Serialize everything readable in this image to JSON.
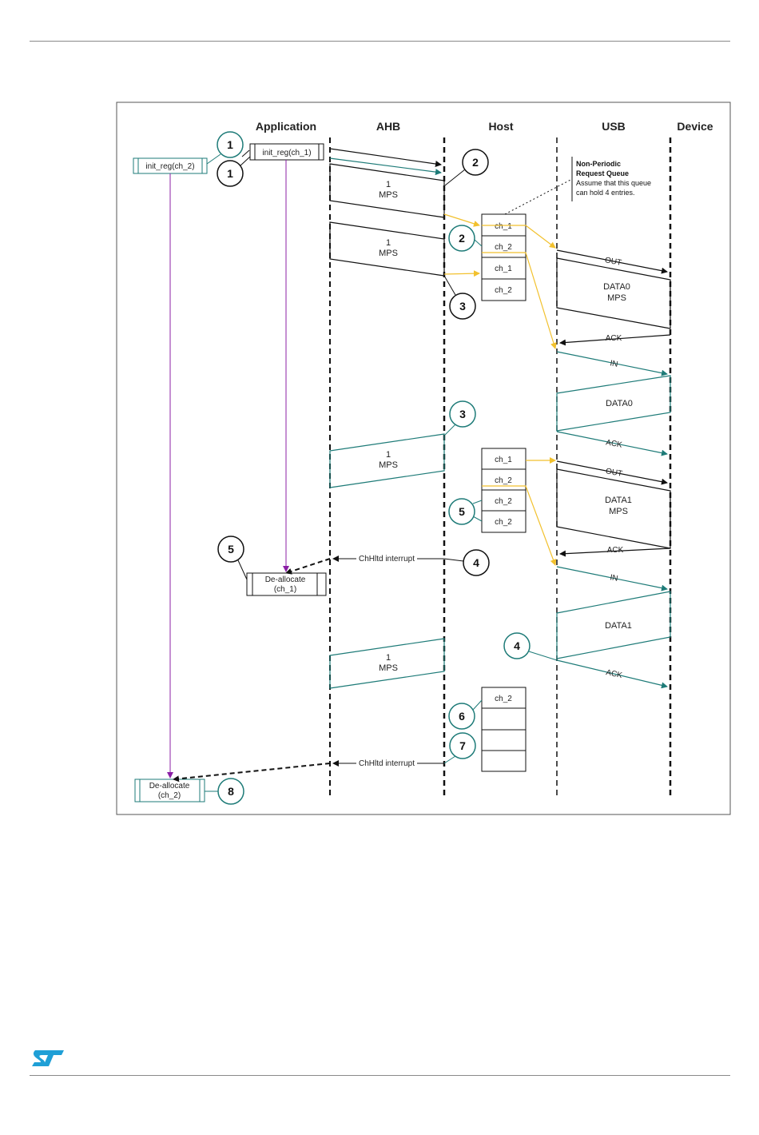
{
  "columns": {
    "application": "Application",
    "ahb": "AHB",
    "host": "Host",
    "usb": "USB",
    "device": "Device"
  },
  "app": {
    "init_ch1": "init_reg(ch_1)",
    "init_ch2": "init_reg(ch_2)",
    "dealloc1_line1": "De-allocate",
    "dealloc1_line2": "(ch_1)",
    "dealloc2_line1": "De-allocate",
    "dealloc2_line2": "(ch_2)"
  },
  "ahb": {
    "mps_1": "1",
    "mps_label": "MPS",
    "chhltd_interrupt": "ChHltd interrupt"
  },
  "queue_note": {
    "title_line1": "Non-Periodic",
    "title_line2": "Request Queue",
    "body_line1": "Assume that this queue",
    "body_line2": "can hold 4 entries."
  },
  "host_queue_1": [
    "ch_1",
    "ch_2",
    "ch_1",
    "ch_2"
  ],
  "host_queue_2": [
    "ch_1",
    "ch_2",
    "ch_2",
    "ch_2"
  ],
  "host_queue_3": [
    "ch_2",
    "",
    "",
    ""
  ],
  "usb": {
    "out": "OUT",
    "in": "IN",
    "ack": "ACK",
    "data0": "DATA0",
    "data1": "DATA1",
    "mps": "MPS"
  },
  "steps": {
    "s1": "1",
    "s2": "2",
    "s3": "3",
    "s4": "4",
    "s5": "5",
    "s6": "6",
    "s7": "7",
    "s8": "8"
  },
  "colors": {
    "teal": "#1e7b78",
    "yellow": "#f2c12e",
    "purple": "#8b1fa6",
    "black": "#111111",
    "logo": "#1f9fd6"
  },
  "logo_text": "ST"
}
